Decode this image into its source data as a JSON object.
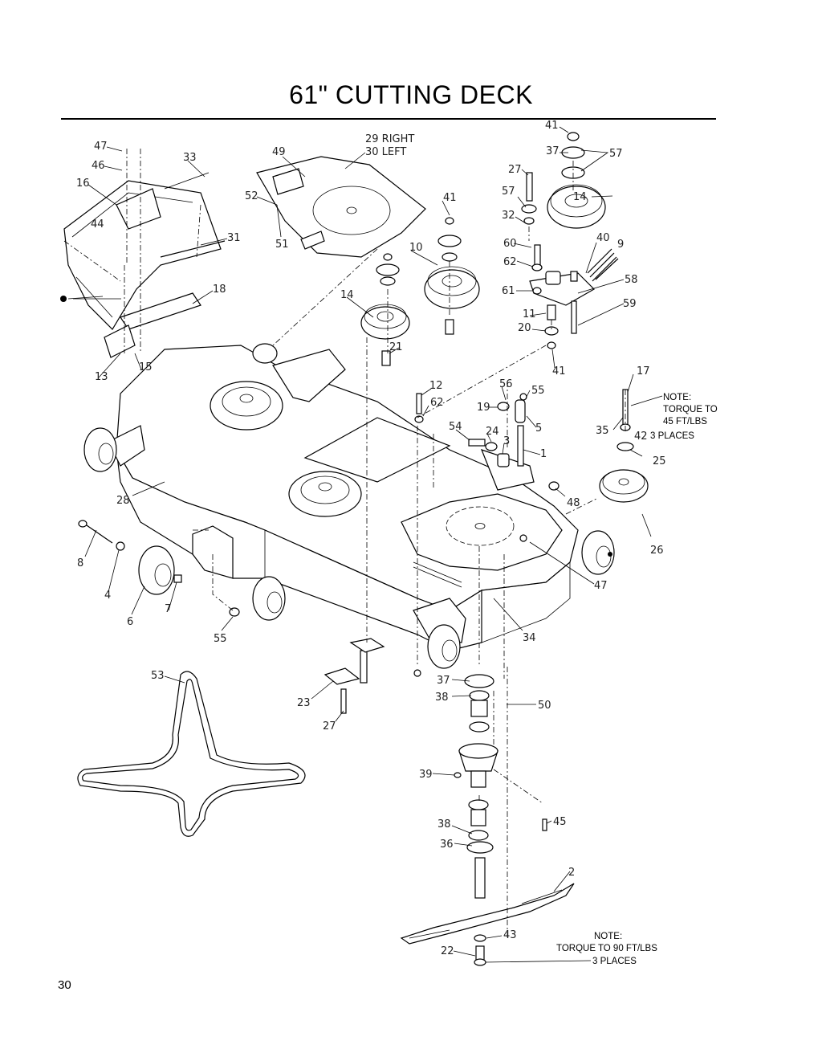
{
  "title": "61\" CUTTING DECK",
  "page_number": "30",
  "callouts": [
    "47",
    "46",
    "16",
    "44",
    "33",
    "49",
    "29 RIGHT",
    "30 LEFT",
    "52",
    "51",
    "31",
    "18",
    "13",
    "15",
    "41",
    "10",
    "14",
    "21",
    "57",
    "27",
    "32",
    "60",
    "62",
    "61",
    "11",
    "20",
    "40",
    "9",
    "58",
    "59",
    "17",
    "35",
    "42",
    "25",
    "26",
    "12",
    "56",
    "55",
    "19",
    "5",
    "54",
    "24",
    "3",
    "1",
    "48",
    "28",
    "8",
    "4",
    "6",
    "7",
    "55",
    "34",
    "47",
    "53",
    "23",
    "27",
    "37",
    "38",
    "50",
    "39",
    "45",
    "38",
    "36",
    "2",
    "43",
    "22"
  ],
  "notes": {
    "upper": {
      "line1": "NOTE:",
      "line2": "TORQUE TO",
      "line3": "45 FT/LBS",
      "line4": "3 PLACES"
    },
    "lower": {
      "line1": "NOTE:",
      "line2": "TORQUE TO 90 FT/LBS",
      "line3": "3 PLACES"
    }
  }
}
